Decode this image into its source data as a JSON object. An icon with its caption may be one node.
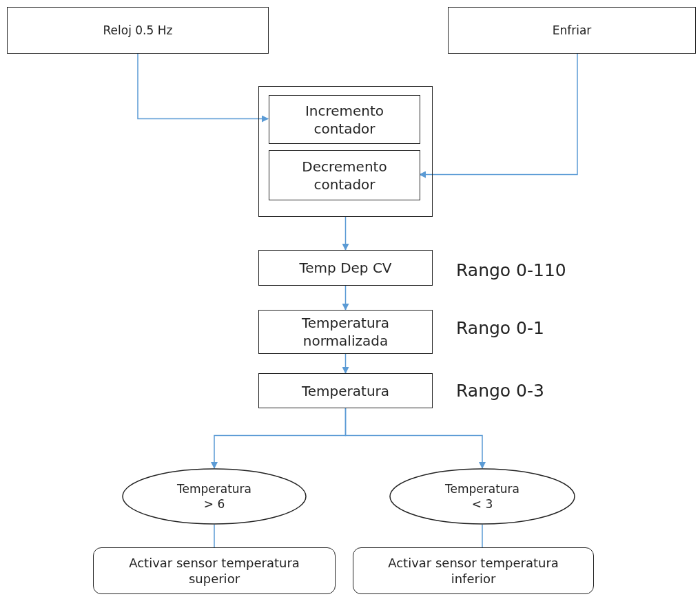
{
  "diagram": {
    "nodes": [
      {
        "text": [
          "Reloj 0.5 Hz"
        ]
      },
      {
        "text": [
          "Enfriar"
        ]
      },
      {
        "text": [],
        "shape": "box"
      },
      {
        "text": [
          "Incremento contador"
        ],
        "in": 2
      },
      {
        "text": [
          "Decremento contador"
        ],
        "in": 2
      },
      {
        "text": [
          "Temp Dep CV"
        ],
        "beside": [
          "Rango 0-110"
        ]
      },
      {
        "text": [
          "Temperatura normalizada"
        ],
        "beside": [
          "Rango 0-1"
        ]
      },
      {
        "text": [
          "Temperatura"
        ],
        "beside": [
          "Rango 0-3"
        ]
      },
      {
        "text": [
          "Temperatura > 6"
        ]
      },
      {
        "text": [
          "Temperatura < 3"
        ]
      },
      {
        "text": [
          "Activar sensor temperatura superior"
        ]
      },
      {
        "text": [
          "Activar sensor temperatura inferior"
        ]
      }
    ],
    "edges": [
      {
        "from": 0,
        "to": 3,
        "arrow": "to"
      },
      {
        "from": 1,
        "to": 4,
        "arrow": "to"
      },
      {
        "from": 2,
        "to": 5,
        "arrow": "to"
      },
      {
        "from": 5,
        "to": 6,
        "arrow": "to"
      },
      {
        "from": 6,
        "to": 7,
        "arrow": "to"
      },
      {
        "from": 7,
        "to": 8,
        "arrow": "to"
      },
      {
        "from": 7,
        "to": 9,
        "arrow": "to"
      },
      {
        "from": 8,
        "to": 10,
        "arrow": "none"
      },
      {
        "from": 9,
        "to": 11,
        "arrow": "none"
      }
    ]
  }
}
